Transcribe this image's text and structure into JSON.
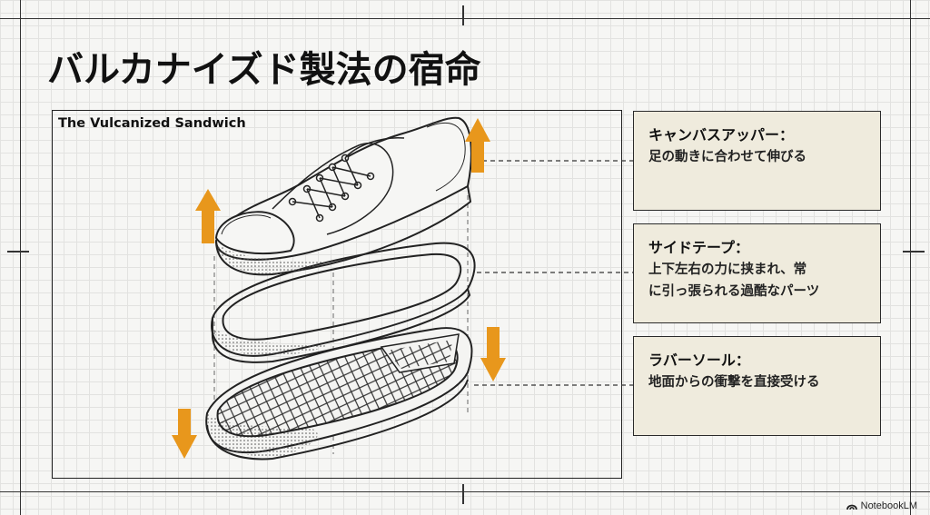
{
  "title": "バルカナイズド製法の宿命",
  "diagram": {
    "label": "The Vulcanized Sandwich",
    "colors": {
      "arrow": "#e8971c",
      "callout_bg": "#efebdd",
      "ink": "#222222"
    }
  },
  "callouts": [
    {
      "heading": "キャンバスアッパー：",
      "body": [
        "足の動きに合わせて伸びる"
      ]
    },
    {
      "heading": "サイドテープ：",
      "body": [
        "上下左右の力に挟まれ、常",
        "に引っ張られる過酷なパーツ"
      ]
    },
    {
      "heading": "ラバーソール：",
      "body": [
        "地面からの衝撃を直接受ける"
      ]
    }
  ],
  "watermark": "NotebookLM"
}
